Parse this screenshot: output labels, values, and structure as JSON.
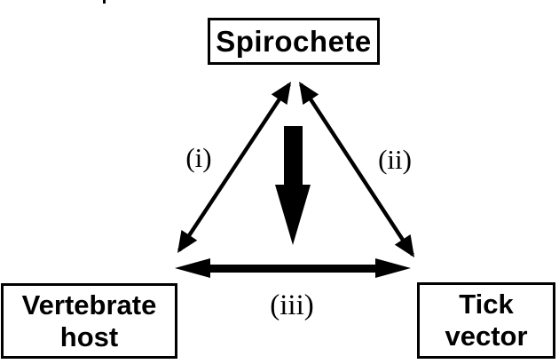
{
  "diagram": {
    "title_hint": "spirochete-tick-host transmission triangle",
    "nodes": {
      "spirochete": {
        "label": "Spirochete"
      },
      "vertebrate_host": {
        "label": "Vertebrate host"
      },
      "tick_vector": {
        "label": "Tick vector"
      }
    },
    "edges": {
      "host_spirochete": {
        "label": "(i)",
        "style": "thin double-headed arrow"
      },
      "spirochete_vector": {
        "label": "(ii)",
        "style": "thin double-headed arrow"
      },
      "host_vector": {
        "label": "(iii)",
        "style": "thick double-headed arrow"
      },
      "central_emphasis": {
        "label": "",
        "style": "thick solid downward arrow"
      }
    },
    "colors": {
      "ink": "#000000",
      "background": "#ffffff"
    }
  }
}
